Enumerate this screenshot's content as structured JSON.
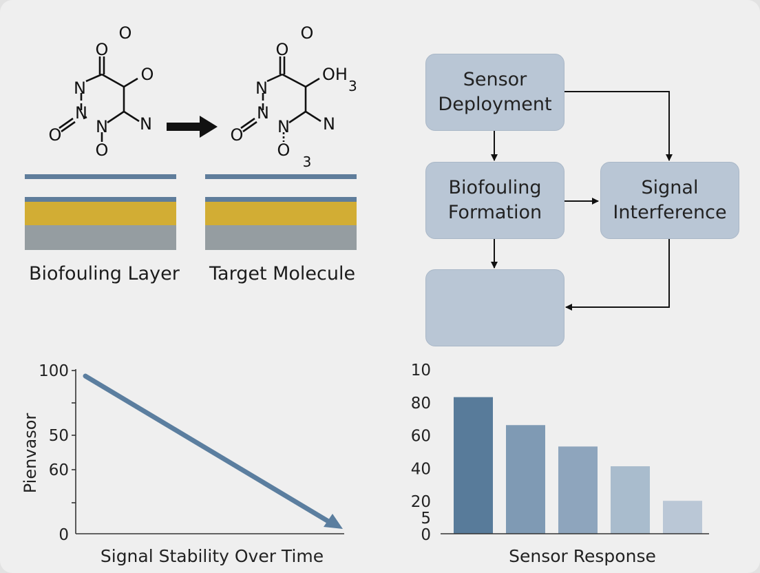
{
  "molecules": {
    "left": {
      "atoms": [
        "O",
        "O",
        "O",
        "N",
        "N",
        "N",
        "N",
        "O",
        "O"
      ]
    },
    "right": {
      "atoms": [
        "O",
        "O",
        "OH",
        "3",
        "N",
        "N",
        "N",
        "N",
        "O",
        "O",
        "3"
      ]
    }
  },
  "layers": {
    "left_label": "Biofouling Layer",
    "right_label": "Target Molecule",
    "colors": {
      "top": "#5f7d9b",
      "band": "#5f7d9b",
      "gold": "#d2ad34",
      "gray": "#959da1"
    }
  },
  "flowchart": {
    "boxes": [
      {
        "line1": "Sensor",
        "line2": "Deployment"
      },
      {
        "line1": "Biofouling",
        "line2": "Formation"
      },
      {
        "line1": "Signal",
        "line2": "Interference"
      },
      {
        "line1": "",
        "line2": ""
      }
    ],
    "box_color": "#b9c6d5"
  },
  "line_chart": {
    "y_ticks": [
      "100",
      "50",
      "60",
      "0"
    ],
    "ylabel": "Pienvasor",
    "xlabel": "Signal Stability Over Time",
    "line_color": "#5b7e9f"
  },
  "chart_data": {
    "type": "bar",
    "xlabel": "Sensor Response",
    "y_tick_labels": [
      "10",
      "80",
      "60",
      "40",
      "20",
      "5",
      "0"
    ],
    "y_tick_positions": [
      100,
      80,
      60,
      40,
      20,
      10,
      0
    ],
    "ylim": [
      0,
      100
    ],
    "values": [
      83,
      66,
      53,
      41,
      20
    ],
    "colors": [
      "#587b9a",
      "#7f9ab4",
      "#8ea5bd",
      "#a9bccd",
      "#bac7d6"
    ]
  }
}
